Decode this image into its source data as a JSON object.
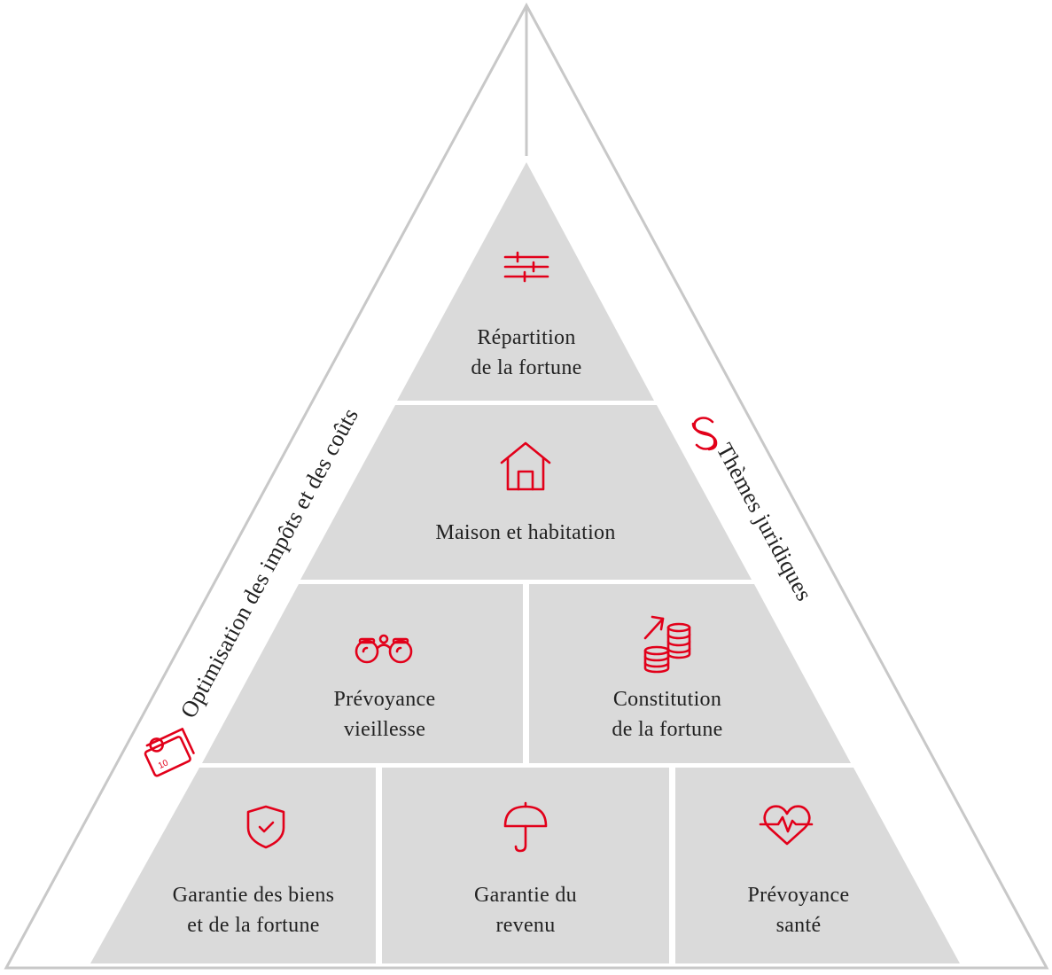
{
  "colors": {
    "accent": "#e2001a",
    "segment": "#dadada",
    "outline": "#c8c8c8",
    "text": "#222222"
  },
  "side_labels": {
    "left": "Optimisation des impôts et des coûts",
    "right": "Thèmes juridiques"
  },
  "tiers": [
    {
      "segments": [
        {
          "icon": "sliders-icon",
          "lines": [
            "Répartition",
            "de la fortune"
          ]
        }
      ]
    },
    {
      "segments": [
        {
          "icon": "house-icon",
          "lines": [
            "Maison et habitation"
          ]
        }
      ]
    },
    {
      "segments": [
        {
          "icon": "binoculars-icon",
          "lines": [
            "Prévoyance",
            "vieillesse"
          ]
        },
        {
          "icon": "coins-growth-icon",
          "lines": [
            "Constitution",
            "de la fortune"
          ]
        }
      ]
    },
    {
      "segments": [
        {
          "icon": "shield-check-icon",
          "lines": [
            "Garantie des biens",
            "et de la fortune"
          ]
        },
        {
          "icon": "umbrella-icon",
          "lines": [
            "Garantie du",
            "revenu"
          ]
        },
        {
          "icon": "heart-pulse-icon",
          "lines": [
            "Prévoyance",
            "santé"
          ]
        }
      ]
    }
  ]
}
